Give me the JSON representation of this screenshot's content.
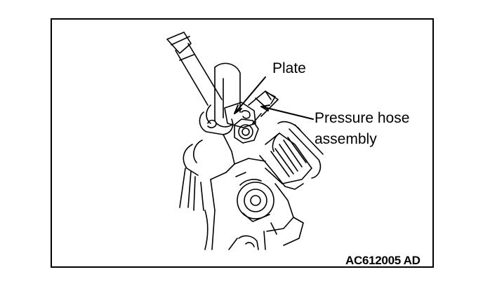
{
  "labels": {
    "plate": "Plate",
    "pressure_hose_line1": "Pressure hose",
    "pressure_hose_line2": "assembly"
  },
  "figure_code": "AC612005 AD",
  "colors": {
    "line": "#000000",
    "background": "#ffffff"
  }
}
